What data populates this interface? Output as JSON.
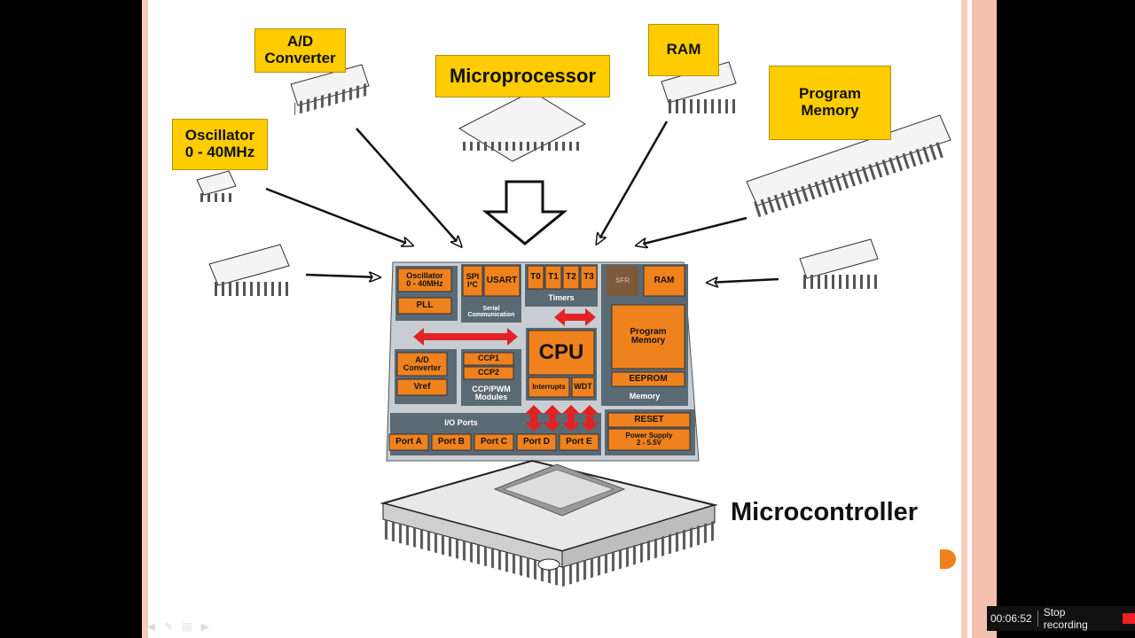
{
  "labels": {
    "ad_converter": "A/D\nConverter",
    "microprocessor": "Microprocessor",
    "ram": "RAM",
    "program_memory": "Program\nMemory",
    "oscillator": "Oscillator\n0 - 40MHz"
  },
  "block": {
    "oscillator": "Oscillator\n0 - 40MHz",
    "pll": "PLL",
    "spi": "SPI\nI²C",
    "usart": "USART",
    "serial_comm": "Serial\nCommunication",
    "t0": "T0",
    "t1": "T1",
    "t2": "T2",
    "t3": "T3",
    "timers": "Timers",
    "sfr": "SFR",
    "ram": "RAM",
    "program_memory": "Program\nMemory",
    "eeprom": "EEPROM",
    "memory": "Memory",
    "cpu": "CPU",
    "interrupts": "Interrupts",
    "wdt": "WDT",
    "ad_converter": "A/D\nConverter",
    "vref": "Vref",
    "ccp1": "CCP1",
    "ccp2": "CCP2",
    "ccp_pwm": "CCP/PWM\nModules",
    "io_ports": "I/O Ports",
    "port_a": "Port A",
    "port_b": "Port B",
    "port_c": "Port C",
    "port_d": "Port D",
    "port_e": "Port E",
    "reset": "RESET",
    "power_supply": "Power Supply\n2 - 5.5V"
  },
  "microcontroller_title": "Microcontroller",
  "recorder": {
    "time": "00:06:52",
    "stop": "Stop recording"
  },
  "colors": {
    "label_yellow": "#ffcc00",
    "block_orange": "#f0821e",
    "block_gray": "#5a6a74",
    "arrow_red": "#e32323"
  }
}
